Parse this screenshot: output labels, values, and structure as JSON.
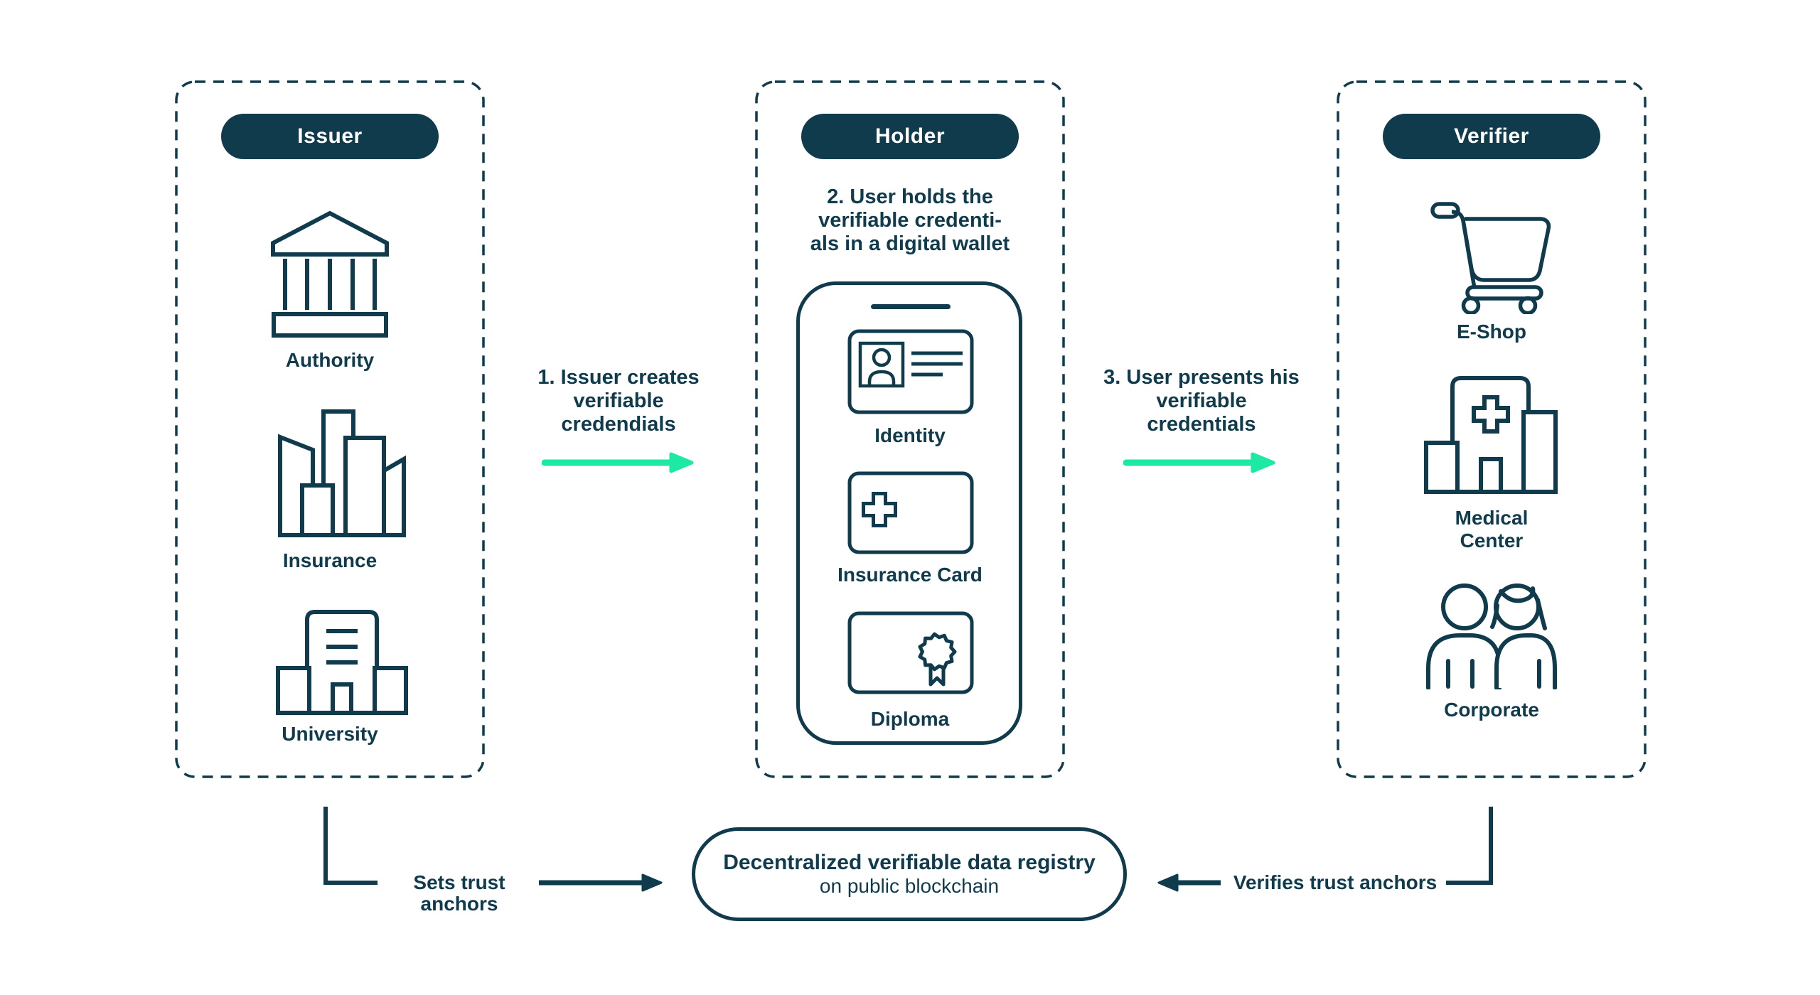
{
  "colors": {
    "ink": "#0f3b4d",
    "green": "#1de9a2",
    "background": "#ffffff"
  },
  "issuer": {
    "title": "Issuer",
    "items": [
      {
        "label": "Authority",
        "icon": "bank-icon"
      },
      {
        "label": "Insurance",
        "icon": "city-buildings-icon"
      },
      {
        "label": "University",
        "icon": "university-building-icon"
      }
    ]
  },
  "holder": {
    "title": "Holder",
    "note_lines": [
      "2. User holds the",
      "verifiable credenti-",
      "als in a digital wallet"
    ],
    "cards": [
      {
        "label": "Identity",
        "icon": "id-card-icon"
      },
      {
        "label": "Insurance Card",
        "icon": "medical-cross-card-icon"
      },
      {
        "label": "Diploma",
        "icon": "diploma-seal-card-icon"
      }
    ]
  },
  "verifier": {
    "title": "Verifier",
    "items": [
      {
        "label": "E-Shop",
        "icon": "shopping-cart-icon"
      },
      {
        "label": "Medical Center",
        "icon": "hospital-icon"
      },
      {
        "label": "Corporate",
        "icon": "people-icon"
      }
    ]
  },
  "step1_lines": [
    "1. Issuer creates",
    "verifiable",
    "credendials"
  ],
  "step3_lines": [
    "3. User presents his",
    "verifiable",
    "credentials"
  ],
  "registry": {
    "line1": "Decentralized verifiable data registry",
    "line2": "on public blockchain"
  },
  "links": {
    "left": "Sets trust anchors",
    "right": "Verifies trust anchors"
  }
}
